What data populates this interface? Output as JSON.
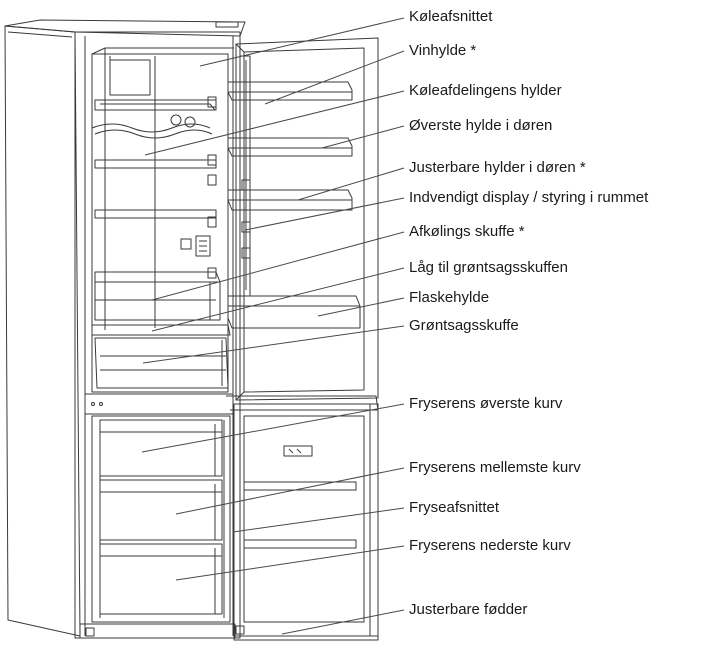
{
  "labels": [
    {
      "id": "koleafsnittet",
      "text": "Køleafsnittet"
    },
    {
      "id": "vinhylde",
      "text": "Vinhylde *"
    },
    {
      "id": "koleafdelingens-hylder",
      "text": "Køleafdelingens hylder"
    },
    {
      "id": "overste-hylde-i-doren",
      "text": "Øverste hylde i døren"
    },
    {
      "id": "justerbare-hylder-i-doren",
      "text": "Justerbare hylder i døren *"
    },
    {
      "id": "indvendigt-display",
      "text": "Indvendigt display / styring i rummet"
    },
    {
      "id": "afkolings-skuffe",
      "text": "Afkølings skuffe *"
    },
    {
      "id": "laag-til-grontsagsskuffen",
      "text": "Låg til grøntsagsskuffen"
    },
    {
      "id": "flaskehylde",
      "text": "Flaskehylde"
    },
    {
      "id": "grontsagsskuffe",
      "text": "Grøntsagsskuffe"
    },
    {
      "id": "fryserens-overste-kurv",
      "text": "Fryserens øverste kurv"
    },
    {
      "id": "fryserens-mellemste-kurv",
      "text": "Fryserens mellemste kurv"
    },
    {
      "id": "fryseafsnittet",
      "text": "Fryseafsnittet"
    },
    {
      "id": "fryserens-nederste-kurv",
      "text": "Fryserens nederste kurv"
    },
    {
      "id": "justerbare-fodder",
      "text": "Justerbare fødder"
    }
  ],
  "colors": {
    "line": "#3a3a3a",
    "text": "#1a1a1a",
    "background": "#ffffff"
  }
}
